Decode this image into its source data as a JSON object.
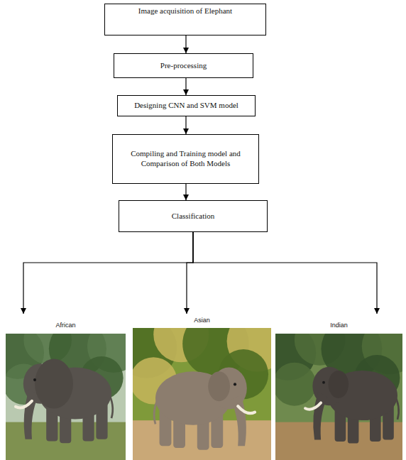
{
  "diagram": {
    "nodes": [
      {
        "text": [
          "Image acquisition of Elephant"
        ]
      },
      {
        "text": [
          "Pre-processing"
        ]
      },
      {
        "text": [
          "Designing CNN and SVM model"
        ]
      },
      {
        "text": [
          "Compiling and Training model and Comparison of Both Models"
        ]
      },
      {
        "text": [
          "Classification"
        ]
      },
      {
        "text": [
          "African"
        ]
      },
      {
        "text": [
          "Asian"
        ]
      },
      {
        "text": [
          "Indian"
        ]
      }
    ],
    "edges": [
      {
        "from": 0,
        "to": 1,
        "arrow": "to"
      },
      {
        "from": 1,
        "to": 2,
        "arrow": "to"
      },
      {
        "from": 2,
        "to": 3,
        "arrow": "to"
      },
      {
        "from": 3,
        "to": 4,
        "arrow": "to"
      },
      {
        "from": 4,
        "to": 5,
        "arrow": "to"
      },
      {
        "from": 4,
        "to": 6,
        "arrow": "to"
      },
      {
        "from": 4,
        "to": 7,
        "arrow": "to"
      }
    ]
  }
}
